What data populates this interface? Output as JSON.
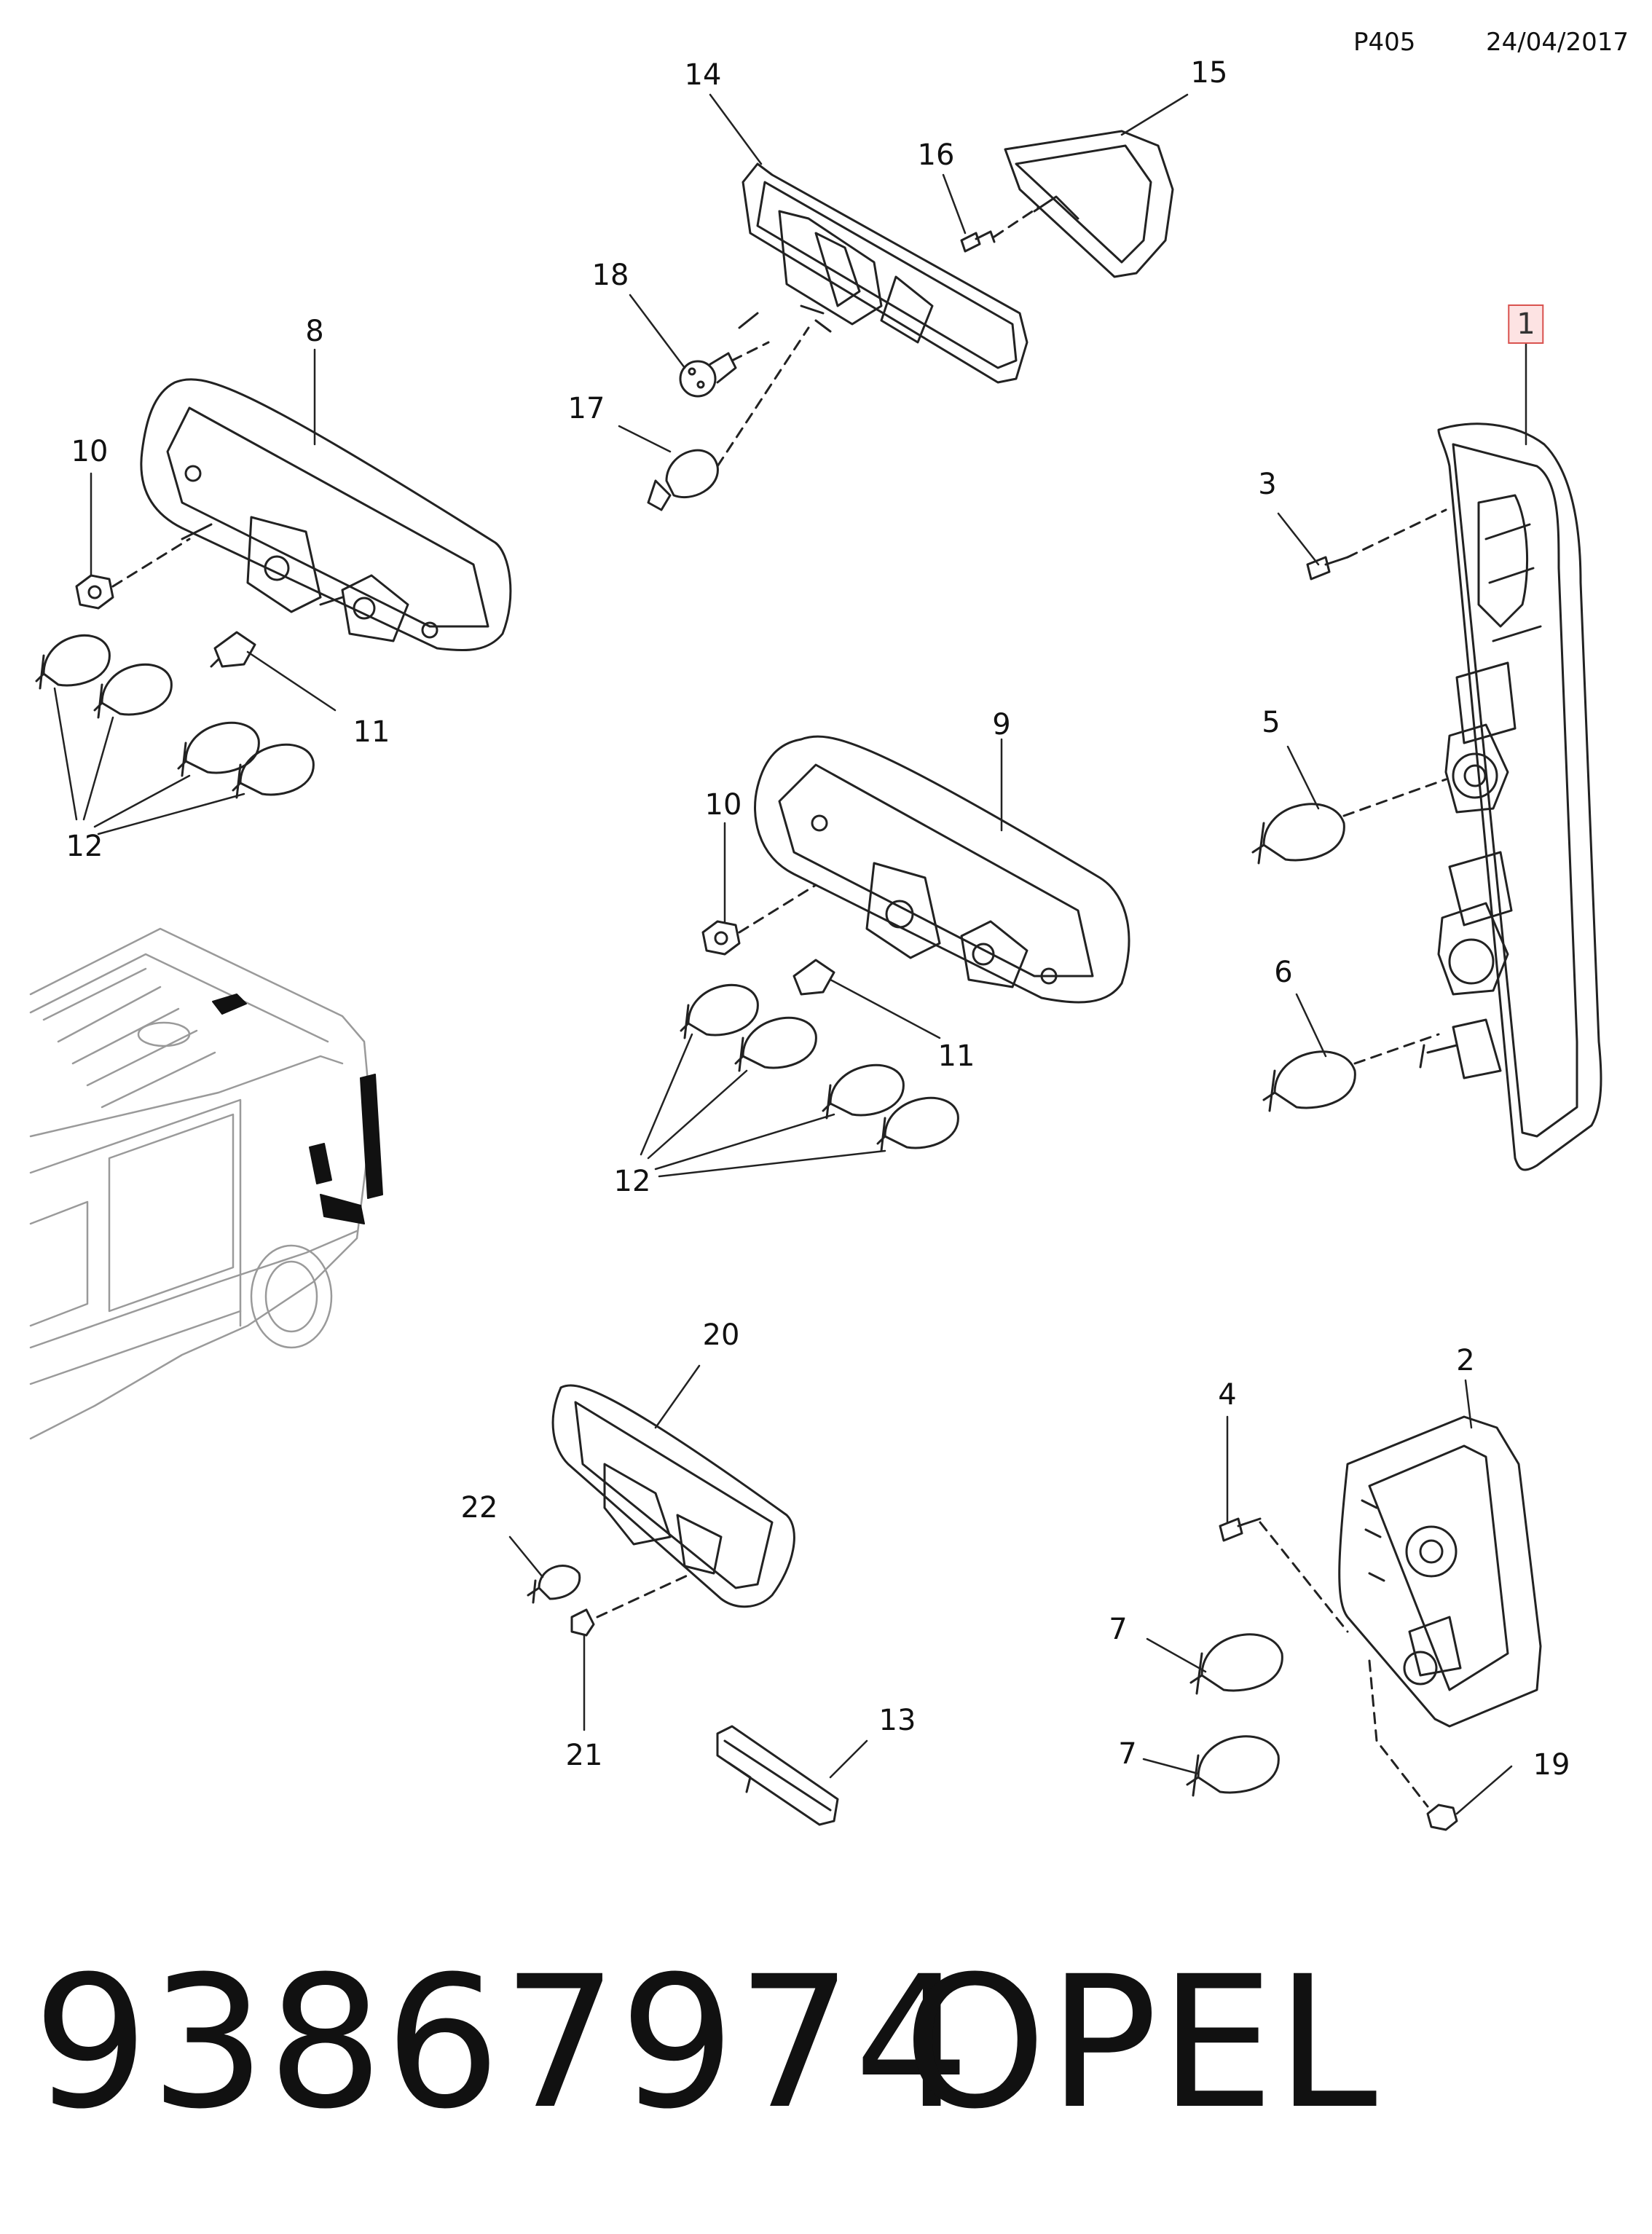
{
  "header": {
    "page_code": "P405",
    "date": "24/04/2017"
  },
  "callouts": {
    "c1": "1",
    "c2": "2",
    "c3": "3",
    "c4": "4",
    "c5": "5",
    "c6": "6",
    "c7a": "7",
    "c7b": "7",
    "c8": "8",
    "c9": "9",
    "c10a": "10",
    "c10b": "10",
    "c11a": "11",
    "c11b": "11",
    "c12a": "12",
    "c12b": "12",
    "c13": "13",
    "c14": "14",
    "c15": "15",
    "c16": "16",
    "c17": "17",
    "c18": "18",
    "c19": "19",
    "c20": "20",
    "c21": "21",
    "c22": "22"
  },
  "footer": {
    "part_number": "93867974",
    "brand": "OPEL"
  },
  "colors": {
    "line": "#222222",
    "vehicle_line": "#9a9a9a",
    "highlight_border": "#d9534f",
    "highlight_fill": "#fde3e3"
  }
}
